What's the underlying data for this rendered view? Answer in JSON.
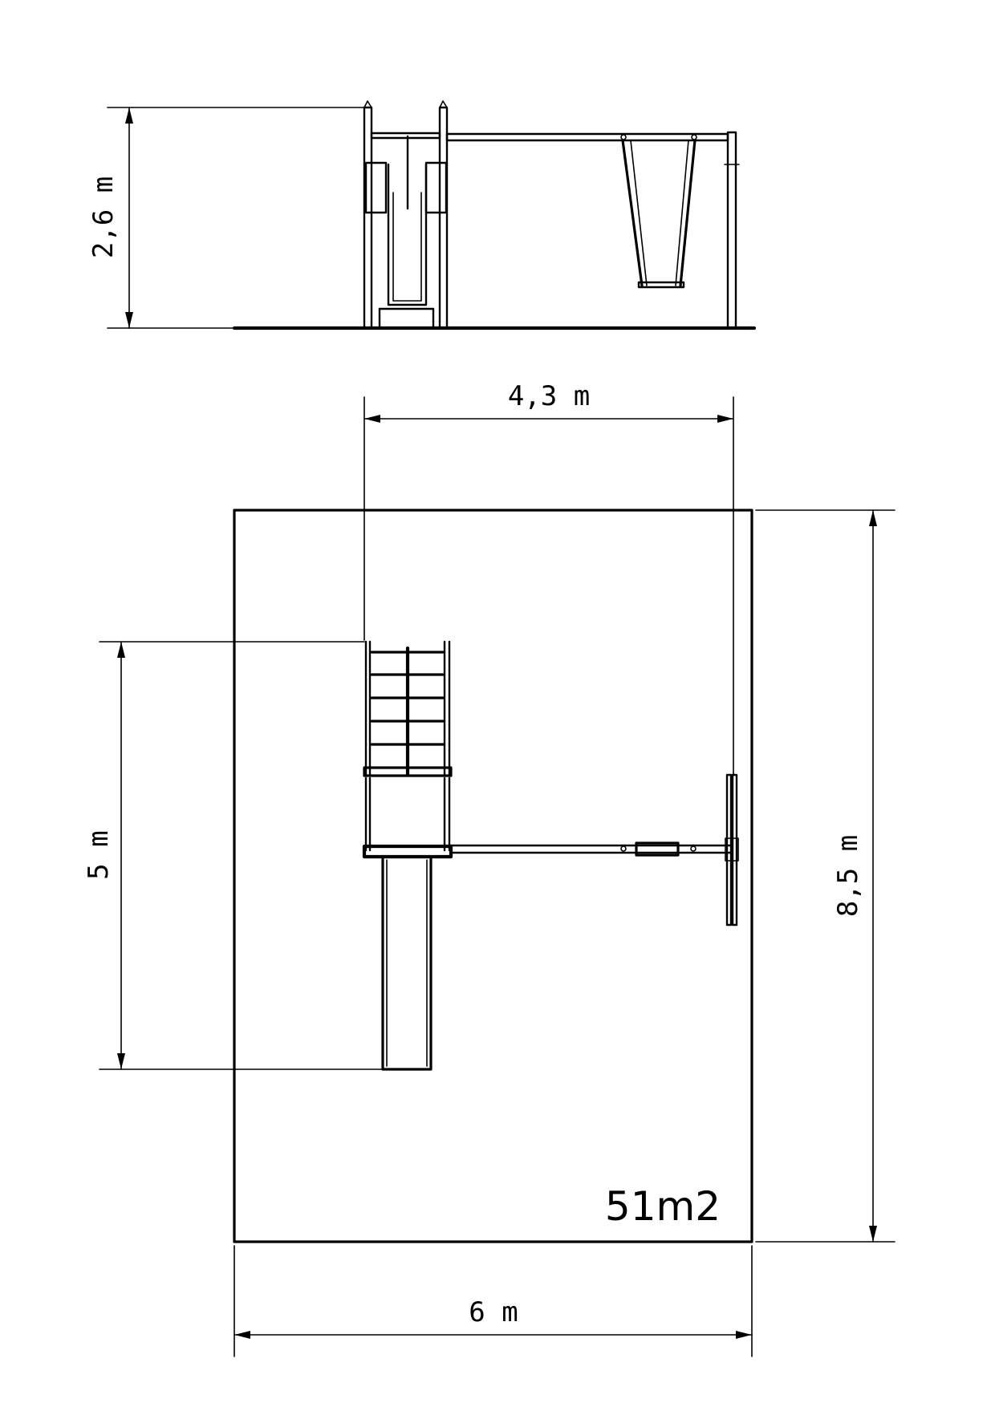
{
  "dimensions": {
    "height_label": "2,6 m",
    "width_top_label": "4,3 m",
    "length_label": "5 m",
    "area_height_label": "8,5 m",
    "area_width_label": "6 m"
  },
  "area": {
    "label": "51m2"
  }
}
